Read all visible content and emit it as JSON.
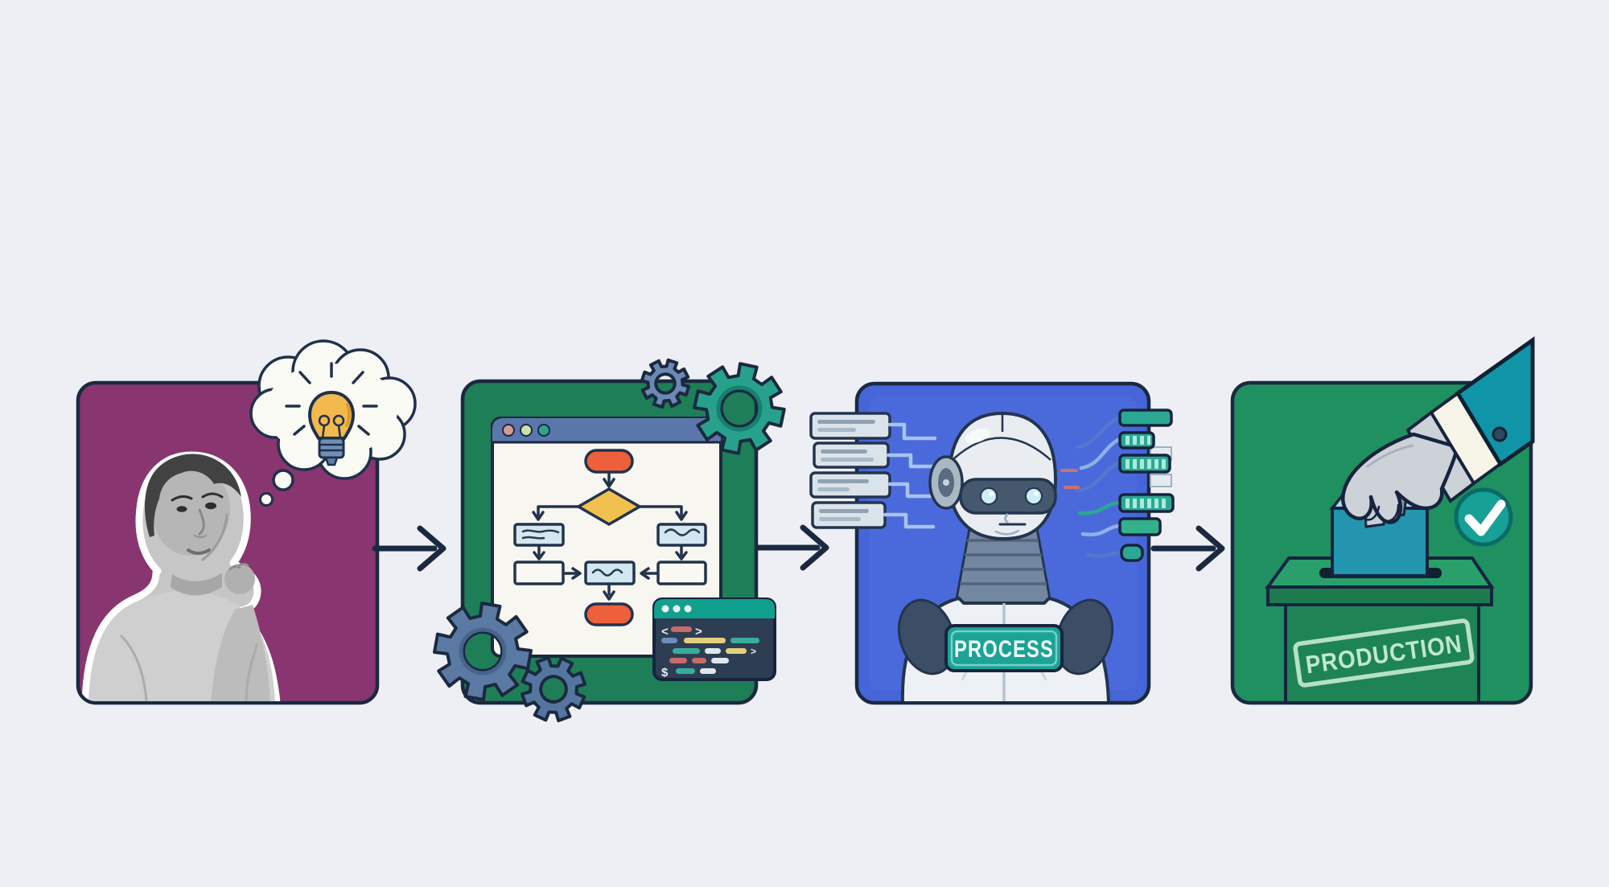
{
  "scene": {
    "background_color": "#edeff4",
    "outline_color": "#1b2940",
    "arrow_color": "#1b2940"
  },
  "panels": {
    "idea": {
      "color": "#883570",
      "person_icon": "thinking-person",
      "thought_icon": "lightbulb",
      "bulb_color": "#f2b94d"
    },
    "design": {
      "color": "#1e7e57",
      "window_icon": "browser-flowchart-window",
      "gear_color": "#27a18c",
      "gear_color_alt": "#5b7aa3",
      "start_end_color": "#ee5f3c",
      "decision_color": "#f0c14e",
      "step_color": "#d3e7f0"
    },
    "process": {
      "color": "#4565d8",
      "robot_icon": "robot",
      "badge_label": "PROCESS",
      "badge_color": "#1ba396",
      "chip_color": "#2ba793"
    },
    "production": {
      "color": "#1f9060",
      "hand_icon": "hand-delivering-box",
      "stamp_label": "PRODUCTION",
      "stamp_color": "#bfe7cd",
      "box_color": "#2395ae",
      "check_color": "#16a096"
    }
  },
  "code_window": {
    "open_tag": "<",
    "close_tag": ">",
    "caret": ">",
    "dollar_sign": "$"
  }
}
